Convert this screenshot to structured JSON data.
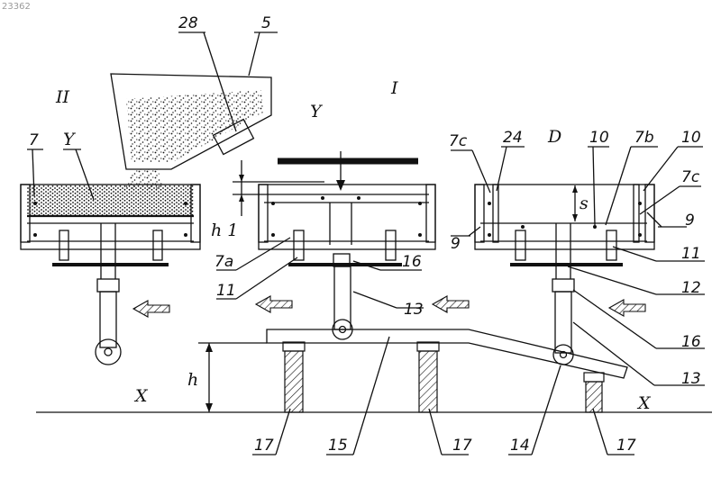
{
  "watermark": "23362",
  "section_labels": {
    "section_left": "II",
    "section_center": "I"
  },
  "labels": {
    "l28": "28",
    "l5": "5",
    "l7_left": "7",
    "lY_left": "Y",
    "lY_center": "Y",
    "l7c_top": "7c",
    "l24": "24",
    "lD": "D",
    "l10_a": "10",
    "l7b": "7b",
    "l10_b": "10",
    "l7c_right": "7c",
    "lh1": "h 1",
    "ls": "s",
    "l9_left": "9",
    "l9_right": "9",
    "l7a": "7a",
    "l11_center": "11",
    "l16_center": "16",
    "l13_center": "13",
    "l11_right": "11",
    "l12": "12",
    "l16_right": "16",
    "l13_right": "13",
    "lh": "h",
    "lX_left": "X",
    "lX_right": "X",
    "l17_a": "17",
    "l15": "15",
    "l17_b": "17",
    "l14": "14",
    "l17_c": "17"
  }
}
